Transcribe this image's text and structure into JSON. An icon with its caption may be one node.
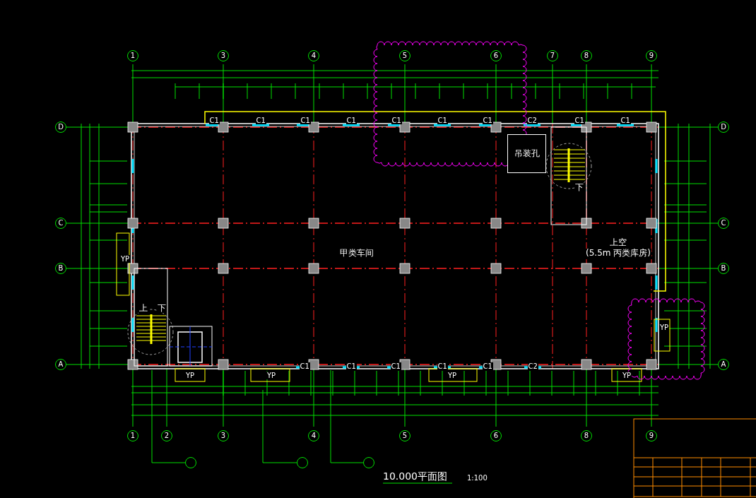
{
  "diagram": {
    "title": "10.000平面图",
    "nodes": [
      {
        "text": [
          "1"
        ]
      },
      {
        "text": [
          "3"
        ]
      },
      {
        "text": [
          "4"
        ]
      },
      {
        "text": [
          "5"
        ]
      },
      {
        "text": [
          "6"
        ]
      },
      {
        "text": [
          "7"
        ]
      },
      {
        "text": [
          "8"
        ]
      },
      {
        "text": [
          "9"
        ]
      },
      {
        "text": [
          "D"
        ]
      },
      {
        "text": [
          "C"
        ]
      },
      {
        "text": [
          "B"
        ]
      },
      {
        "text": [
          "A"
        ]
      },
      {
        "text": [
          "吊装孔"
        ]
      },
      {
        "text": [
          "D"
        ]
      },
      {
        "text": [
          "C"
        ]
      },
      {
        "text": [
          "B"
        ]
      },
      {
        "text": [
          "A"
        ]
      },
      {
        "text": [
          "1"
        ]
      },
      {
        "text": [
          "2"
        ]
      },
      {
        "text": [
          "3"
        ]
      },
      {
        "text": [
          "4"
        ]
      },
      {
        "text": [
          "5"
        ]
      },
      {
        "text": [
          "6"
        ]
      },
      {
        "text": [
          "8"
        ]
      },
      {
        "text": [
          "9"
        ]
      },
      {
        "text": [],
        "shape": "circle"
      },
      {
        "text": [],
        "shape": "circle"
      },
      {
        "text": [],
        "shape": "circle"
      }
    ],
    "edges": [
      {
        "from": 25,
        "to": null,
        "arrow": "none"
      },
      {
        "from": 26,
        "to": null,
        "arrow": "none"
      },
      {
        "from": 27,
        "to": null,
        "arrow": "none"
      }
    ],
    "labels": [
      "C1",
      "C1",
      "C1",
      "C1",
      "C1",
      "C1",
      "C1",
      "C2",
      "C1",
      "C1",
      "下",
      "YP",
      "上空",
      "甲类车间",
      "(5.5m 丙类库房)",
      "上",
      "下",
      "YP",
      "C1",
      "C1",
      "C1",
      "C1",
      "C1",
      "C2",
      "YP",
      "YP",
      "YP",
      "YP",
      "1:100"
    ]
  }
}
